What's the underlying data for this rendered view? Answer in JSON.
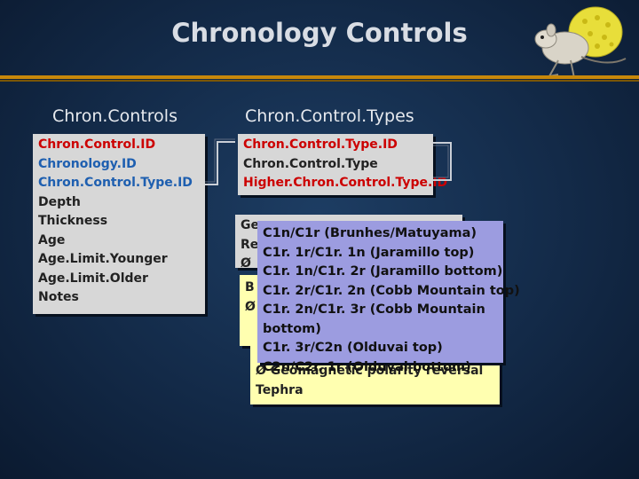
{
  "title": "Chronology Controls",
  "mascot_icon": "kangaroo-rat-mascot-icon",
  "colors": {
    "accent_rule": "#c8880a",
    "field_key": "#cc0000",
    "field_foreign": "#1e5fb0",
    "popup_bg": "#9c9ce0",
    "note_bg": "#ffffb0"
  },
  "tables": {
    "controls": {
      "header": "Chron.Controls",
      "fields": [
        {
          "name": "Chron.Control.ID",
          "style": "primary"
        },
        {
          "name": "Chronology.ID",
          "style": "foreign"
        },
        {
          "name": "Chron.Control.Type.ID",
          "style": "foreign"
        },
        {
          "name": "Depth",
          "style": "plain"
        },
        {
          "name": "Thickness",
          "style": "plain"
        },
        {
          "name": "Age",
          "style": "plain"
        },
        {
          "name": "Age.Limit.Younger",
          "style": "plain"
        },
        {
          "name": "Age.Limit.Older",
          "style": "plain"
        },
        {
          "name": "Notes",
          "style": "plain"
        }
      ]
    },
    "types": {
      "header": "Chron.Control.Types",
      "fields": [
        {
          "name": "Chron.Control.Type.ID",
          "style": "primary"
        },
        {
          "name": "Chron.Control.Type",
          "style": "plain"
        },
        {
          "name": "Higher.Chron.Control.Type.ID",
          "style": "primary"
        }
      ]
    }
  },
  "background_boxes": {
    "box1_lines": [
      "Ge",
      "Re",
      "Ø"
    ],
    "box2_lines": [
      "B",
      "Ø"
    ],
    "box3_lines": [
      "Ø Geomagnetic polarity reversal",
      "Tephra"
    ]
  },
  "popup": {
    "lines": [
      "C1n/C1r (Brunhes/Matuyama)",
      "C1r. 1r/C1r. 1n (Jaramillo top)",
      "C1r. 1n/C1r. 2r (Jaramillo bottom)",
      "C1r. 2r/C1r. 2n (Cobb Mountain top)",
      "C1r. 2n/C1r. 3r (Cobb Mountain bottom)",
      "C1r. 3r/C2n (Olduvai top)",
      "C2n/C2r. 1r (Olduvai bottom)"
    ]
  }
}
